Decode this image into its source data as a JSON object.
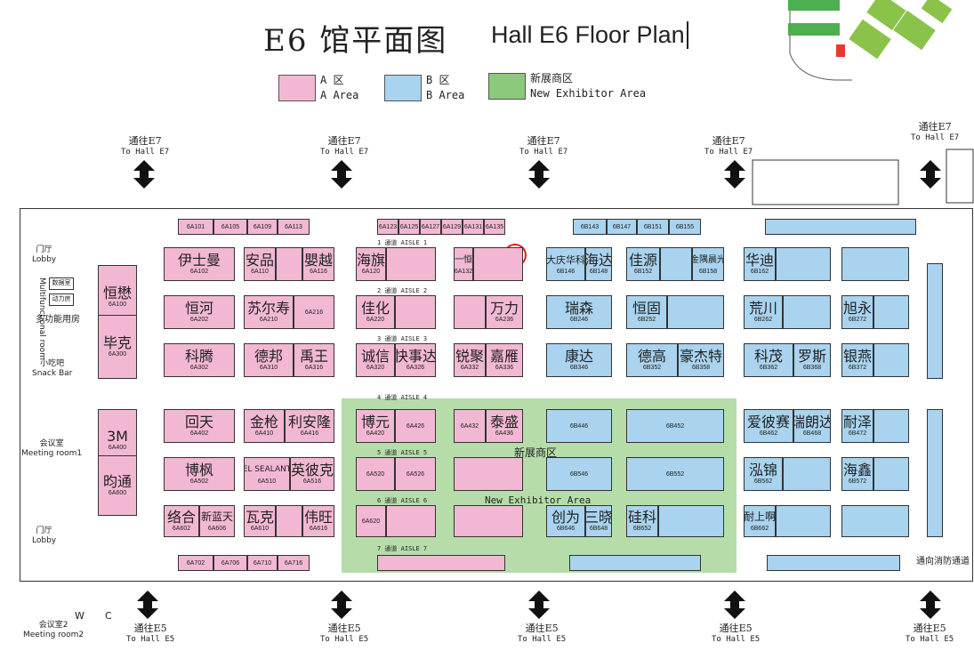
{
  "header": {
    "title_cn": "E6 馆平面图",
    "title_en": "Hall E6 Floor Plan"
  },
  "legend": [
    {
      "cn": "A 区",
      "en": "A Area",
      "color": "#f2b8d3"
    },
    {
      "cn": "B 区",
      "en": "B Area",
      "color": "#a9d3ee"
    },
    {
      "cn": "新展商区",
      "en": "New Exhibitor Area",
      "color": "#8cc97a"
    }
  ],
  "nav": {
    "top": [
      {
        "cn": "通往E7",
        "en": "To Hall E7"
      },
      {
        "cn": "通往E7",
        "en": "To Hall E7"
      },
      {
        "cn": "通往E7",
        "en": "To Hall E7"
      },
      {
        "cn": "通往E7",
        "en": "To Hall E7"
      },
      {
        "cn": "通往E7",
        "en": "To Hall E7"
      }
    ],
    "bottom": [
      {
        "cn": "通往E5",
        "en": "To Hall E5"
      },
      {
        "cn": "通往E5",
        "en": "To Hall E5"
      },
      {
        "cn": "通往E5",
        "en": "To Hall E5"
      },
      {
        "cn": "通往E5",
        "en": "To Hall E5"
      },
      {
        "cn": "通往E5",
        "en": "To Hall E5"
      }
    ],
    "fire_exit": "通向消防通道"
  },
  "rooms": {
    "lobby_top": [
      "门厅",
      "Lobby"
    ],
    "lobby_bottom": [
      "门厅",
      "Lobby"
    ],
    "data_room": "数据室",
    "power_room": "动力房",
    "multi": "多功能用房",
    "multi_en": "Multifunctional room",
    "snack": [
      "小吃吧",
      "Snack Bar"
    ],
    "meeting1": [
      "会议室",
      "Meeting room1"
    ],
    "meeting2": [
      "会议室2",
      "Meeting room2"
    ],
    "wc_w": "W",
    "wc_c": "C"
  },
  "zone_label": {
    "cn": "新展商区",
    "en": "New Exhibitor Area"
  },
  "aisles": [
    "1 通道 AISLE 1",
    "2 通道 AISLE 2",
    "3 通道 AISLE 3",
    "4 通道 AISLE 4",
    "5 通道 AISLE 5",
    "6 通道 AISLE 6",
    "7 通道 AISLE 7"
  ],
  "booths": [
    {
      "name": "恒懋",
      "code": "6A100"
    },
    {
      "name": "毕克",
      "code": "6A300"
    },
    {
      "name": "3M",
      "code": "6A400"
    },
    {
      "name": "昀通",
      "code": "6A600"
    },
    {
      "name": "伊士曼",
      "code": "6A102"
    },
    {
      "name": "安品",
      "code": "6A110"
    },
    {
      "name": "嬰越",
      "code": "6A116"
    },
    {
      "name": "海旗",
      "code": "6A120"
    },
    {
      "name": "一恒",
      "code": "6A132"
    },
    {
      "name": "恒河",
      "code": "6A202"
    },
    {
      "name": "苏尔寿",
      "code": "6A210"
    },
    {
      "name": "",
      "code": "6A216"
    },
    {
      "name": "佳化",
      "code": "6A220"
    },
    {
      "name": "万力",
      "code": "6A236"
    },
    {
      "name": "科腾",
      "code": "6A302"
    },
    {
      "name": "德邦",
      "code": "6A310"
    },
    {
      "name": "禹王",
      "code": "6A316"
    },
    {
      "name": "诚信",
      "code": "6A320"
    },
    {
      "name": "快事达",
      "code": "6A326"
    },
    {
      "name": "锐聚",
      "code": "6A332"
    },
    {
      "name": "嘉雁",
      "code": "6A336"
    },
    {
      "name": "回天",
      "code": "6A402"
    },
    {
      "name": "金枪",
      "code": "6A410"
    },
    {
      "name": "利安隆",
      "code": "6A416"
    },
    {
      "name": "博元",
      "code": "6A420"
    },
    {
      "name": "",
      "code": "6A426"
    },
    {
      "name": "",
      "code": "6A432"
    },
    {
      "name": "泰盛",
      "code": "6A436"
    },
    {
      "name": "博枫",
      "code": "6A502"
    },
    {
      "name": "SEL SEALANTS",
      "code": "6A510"
    },
    {
      "name": "英彼克",
      "code": "6A516"
    },
    {
      "name": "",
      "code": "6A520"
    },
    {
      "name": "",
      "code": "6A526"
    },
    {
      "name": "络合",
      "code": "6A602"
    },
    {
      "name": "新蓝天",
      "code": "6A606"
    },
    {
      "name": "瓦克",
      "code": "6A610"
    },
    {
      "name": "伟旺",
      "code": "6A616"
    },
    {
      "name": "",
      "code": "6A620"
    },
    {
      "name": "瑞森",
      "code": "6B246"
    },
    {
      "name": "恒固",
      "code": "6B252"
    },
    {
      "name": "荒川",
      "code": "6B262"
    },
    {
      "name": "旭永",
      "code": "6B272"
    },
    {
      "name": "大庆华科",
      "code": "6B146"
    },
    {
      "name": "海达",
      "code": "6B148"
    },
    {
      "name": "佳源",
      "code": "6B152"
    },
    {
      "name": "金隅晨光",
      "code": "6B158"
    },
    {
      "name": "华迪",
      "code": "6B162"
    },
    {
      "name": "康达",
      "code": "6B346"
    },
    {
      "name": "德高",
      "code": "6B352"
    },
    {
      "name": "豪杰特",
      "code": "6B358"
    },
    {
      "name": "科茂",
      "code": "6B362"
    },
    {
      "name": "罗斯",
      "code": "6B368"
    },
    {
      "name": "银燕",
      "code": "6B372"
    },
    {
      "name": "",
      "code": "6B446"
    },
    {
      "name": "",
      "code": "6B452"
    },
    {
      "name": "爱彼赛",
      "code": "6B462"
    },
    {
      "name": "瑞朗达",
      "code": "6B468"
    },
    {
      "name": "耐泽",
      "code": "6B472"
    },
    {
      "name": "",
      "code": "6B546"
    },
    {
      "name": "",
      "code": "6B552"
    },
    {
      "name": "泓锦",
      "code": "6B562"
    },
    {
      "name": "海鑫",
      "code": "6B572"
    },
    {
      "name": "创为",
      "code": "6B646"
    },
    {
      "name": "三晓",
      "code": "6B648"
    },
    {
      "name": "硅科",
      "code": "6B652"
    },
    {
      "name": "耐上啊",
      "code": "6B662"
    }
  ],
  "top_row": [
    "6A101",
    "6A105",
    "6A109",
    "6A113",
    "6A123",
    "6A125",
    "6A127",
    "6A129",
    "6A131",
    "6A135",
    "6B143",
    "6B147",
    "6B151",
    "6B155"
  ],
  "bottom_row": [
    "6A702",
    "6A706",
    "6A710",
    "6A716"
  ]
}
